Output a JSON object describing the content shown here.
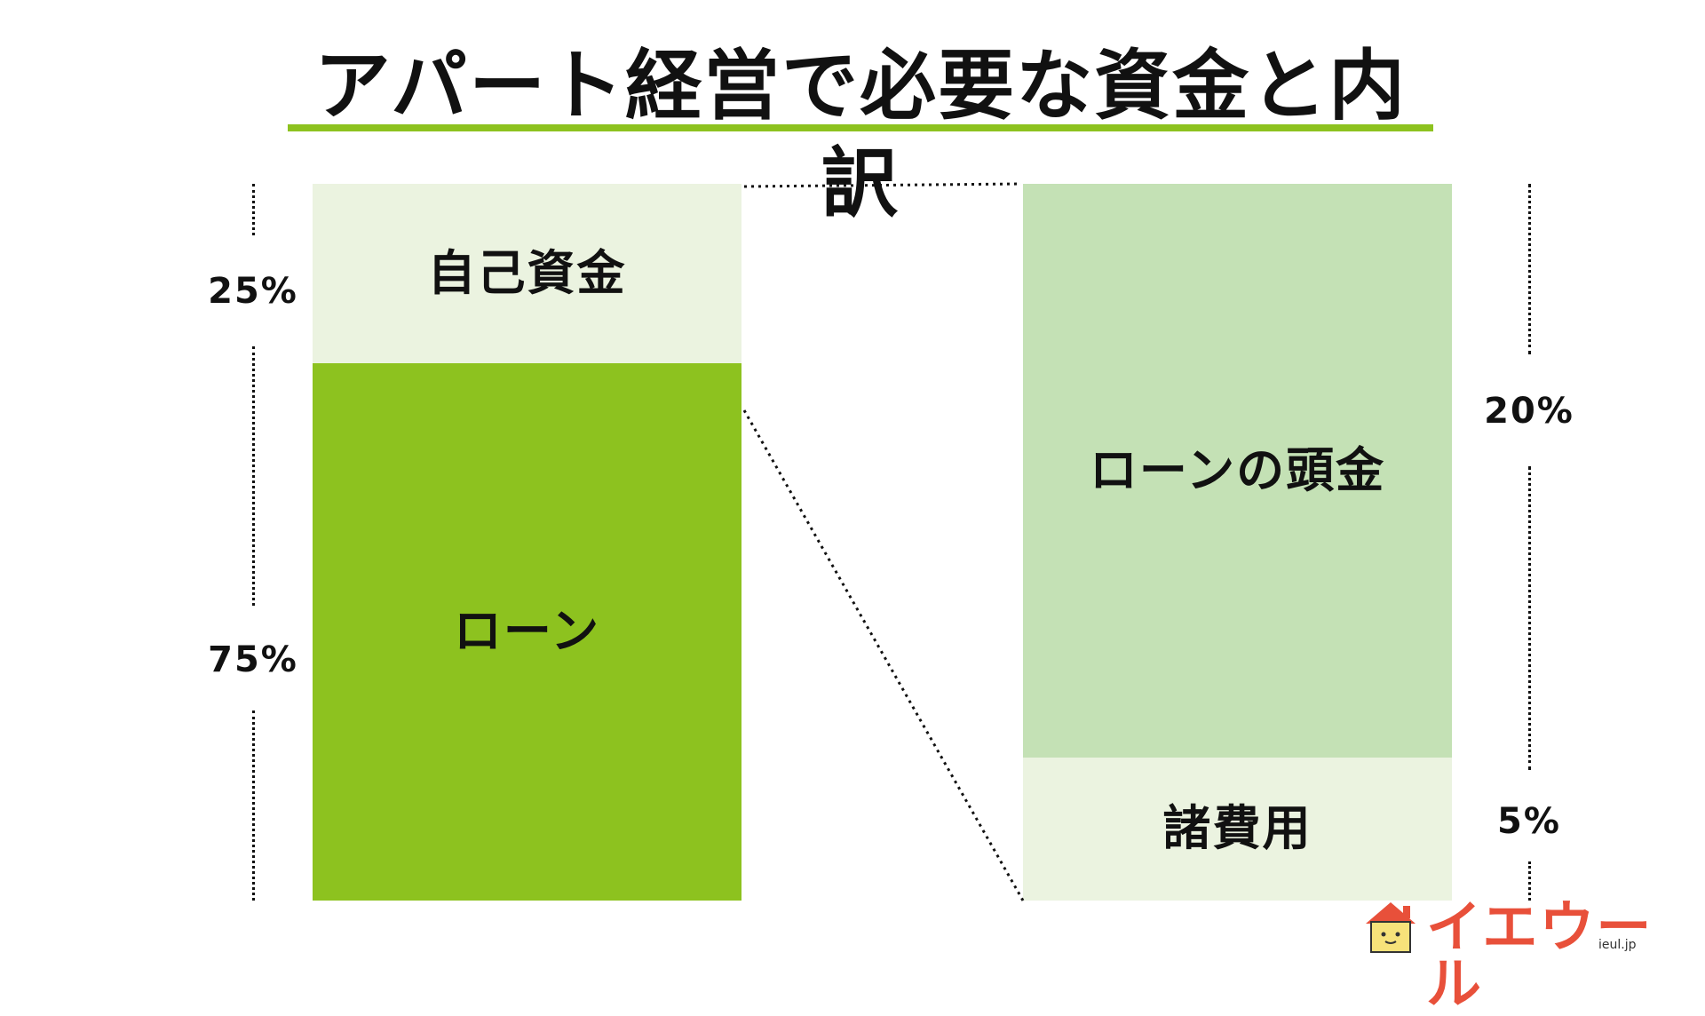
{
  "title": "アパート経営で必要な資金と内訳",
  "colors": {
    "title_rule": "#8dc21f",
    "loan": "#8dc21f",
    "own_funds": "#ebf3e0",
    "down_payment": "#c4e1b5",
    "misc_costs": "#ebf3e0",
    "logo_accent": "#e8503a"
  },
  "chart_data": [
    {
      "type": "bar",
      "stacked": true,
      "categories": [
        "自己資金",
        "ローン"
      ],
      "values": [
        25,
        75
      ],
      "labels": [
        "25%",
        "75%"
      ]
    },
    {
      "type": "bar",
      "stacked": true,
      "categories": [
        "ローンの頭金",
        "諸費用"
      ],
      "values": [
        20,
        5
      ],
      "labels": [
        "20%",
        "5%"
      ]
    }
  ],
  "logo": {
    "text": "イエウール",
    "domain": "ieul.jp",
    "icon": "house-mascot-icon"
  }
}
